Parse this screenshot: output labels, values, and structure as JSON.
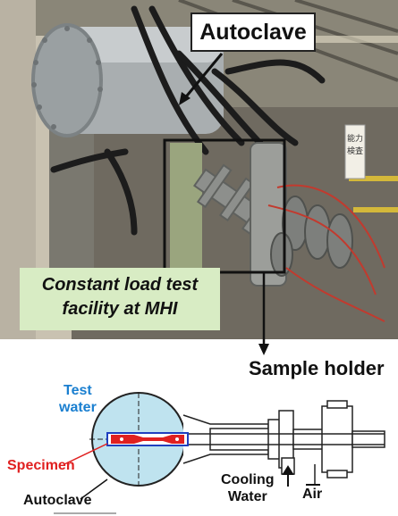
{
  "labels": {
    "autoclave": "Autoclave",
    "facility_line1": "Constant load test",
    "facility_line2": "facility at MHI",
    "sample_holder": "Sample holder",
    "test_water_line1": "Test",
    "test_water_line2": "water",
    "specimen": "Specimen",
    "autoclave_diagram": "Autoclave",
    "cooling_line1": "Cooling",
    "cooling_line2": "Water",
    "air": "Air"
  },
  "sign_text": "能力検査",
  "colors": {
    "test_water_text": "#1a7fd0",
    "specimen_text": "#e02020",
    "facility_box_bg": "#d8ecc4",
    "vessel_water": "#bfe3ef",
    "specimen_fill": "#e02020"
  }
}
